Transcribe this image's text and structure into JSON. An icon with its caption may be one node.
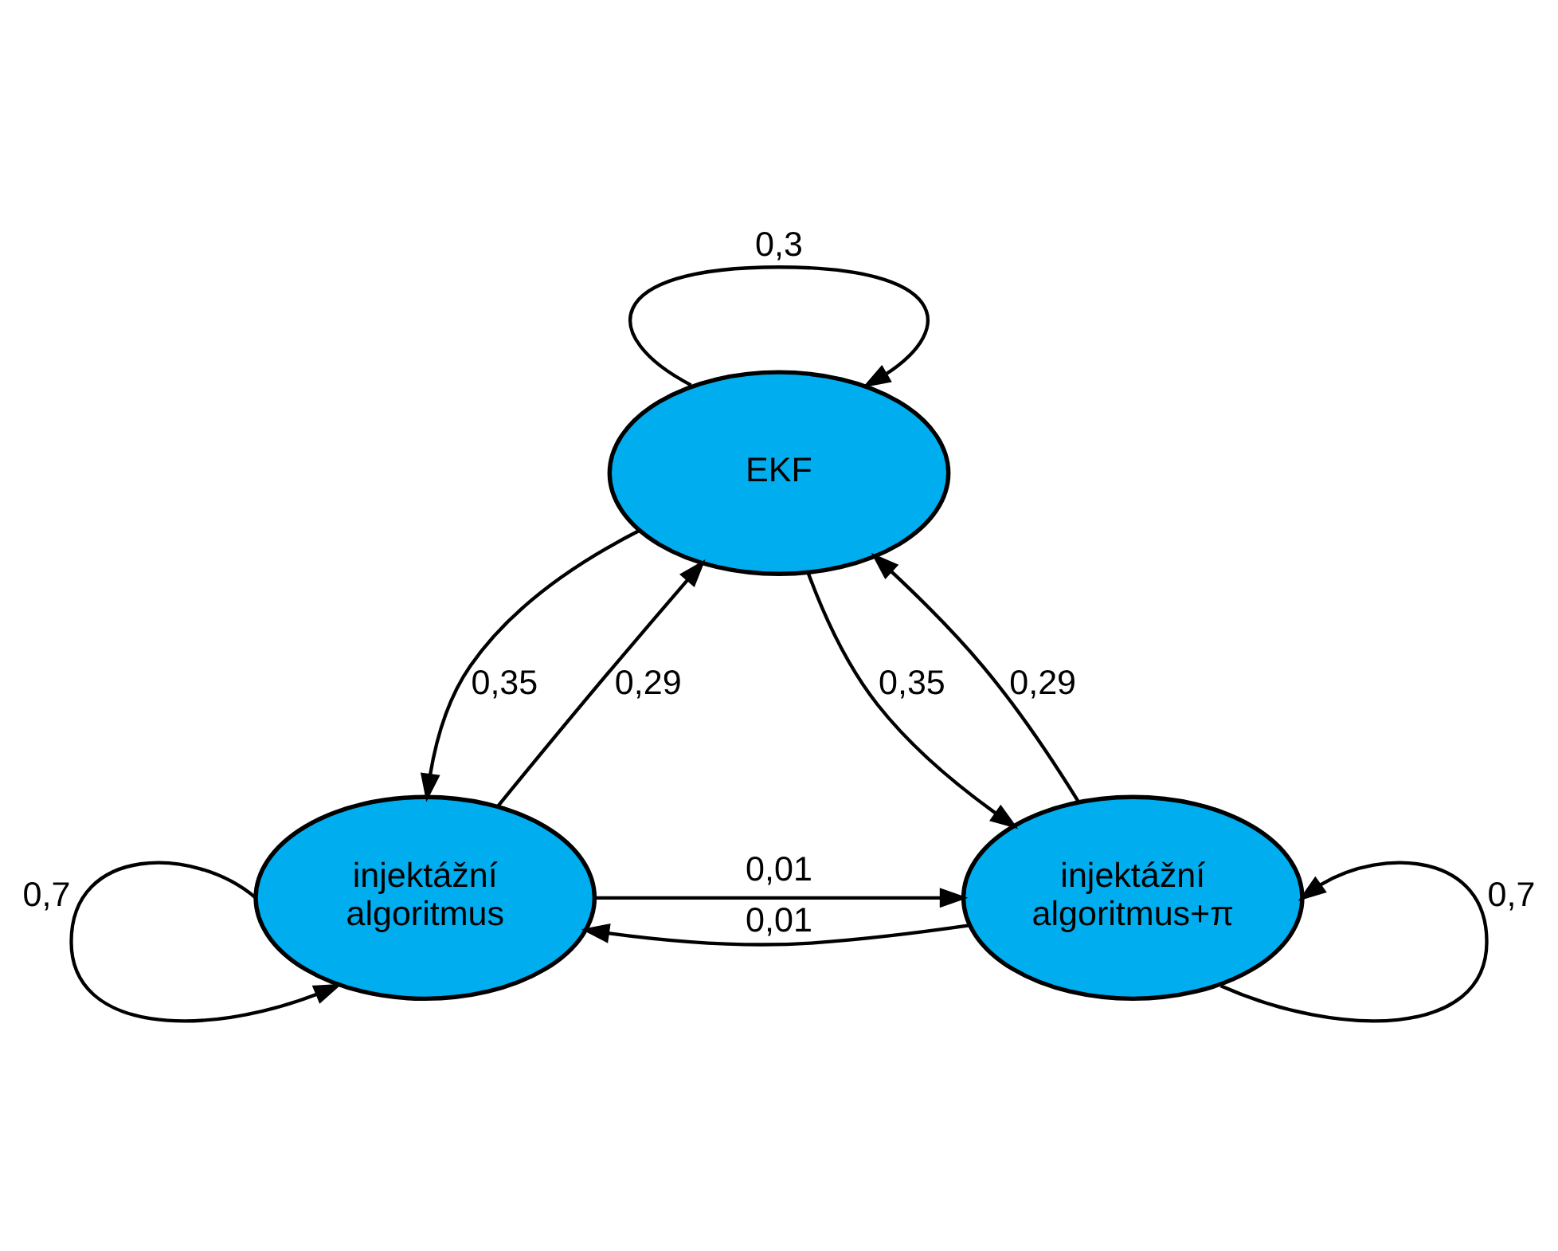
{
  "diagram": {
    "nodes": [
      {
        "text": [
          "EKF"
        ]
      },
      {
        "text": [
          "injektážní algoritmus"
        ]
      },
      {
        "text": [
          "injektážní algoritmus+π"
        ]
      }
    ],
    "edges": [
      {
        "from": 0,
        "to": 0,
        "arrow": "to",
        "label": "0,3"
      },
      {
        "from": 1,
        "to": 0,
        "arrow": "to",
        "label": "0,29"
      },
      {
        "from": 0,
        "to": 1,
        "arrow": "to",
        "label": "0,35"
      },
      {
        "from": 0,
        "to": 2,
        "arrow": "to",
        "label": "0,35"
      },
      {
        "from": 2,
        "to": 0,
        "arrow": "to",
        "label": "0,29"
      },
      {
        "from": 1,
        "to": 2,
        "arrow": "to",
        "label": "0,01"
      },
      {
        "from": 2,
        "to": 1,
        "arrow": "to",
        "label": "0,01"
      },
      {
        "from": 1,
        "to": 1,
        "arrow": "to",
        "label": "0,7"
      },
      {
        "from": 2,
        "to": 2,
        "arrow": "to",
        "label": "0,7"
      }
    ]
  }
}
